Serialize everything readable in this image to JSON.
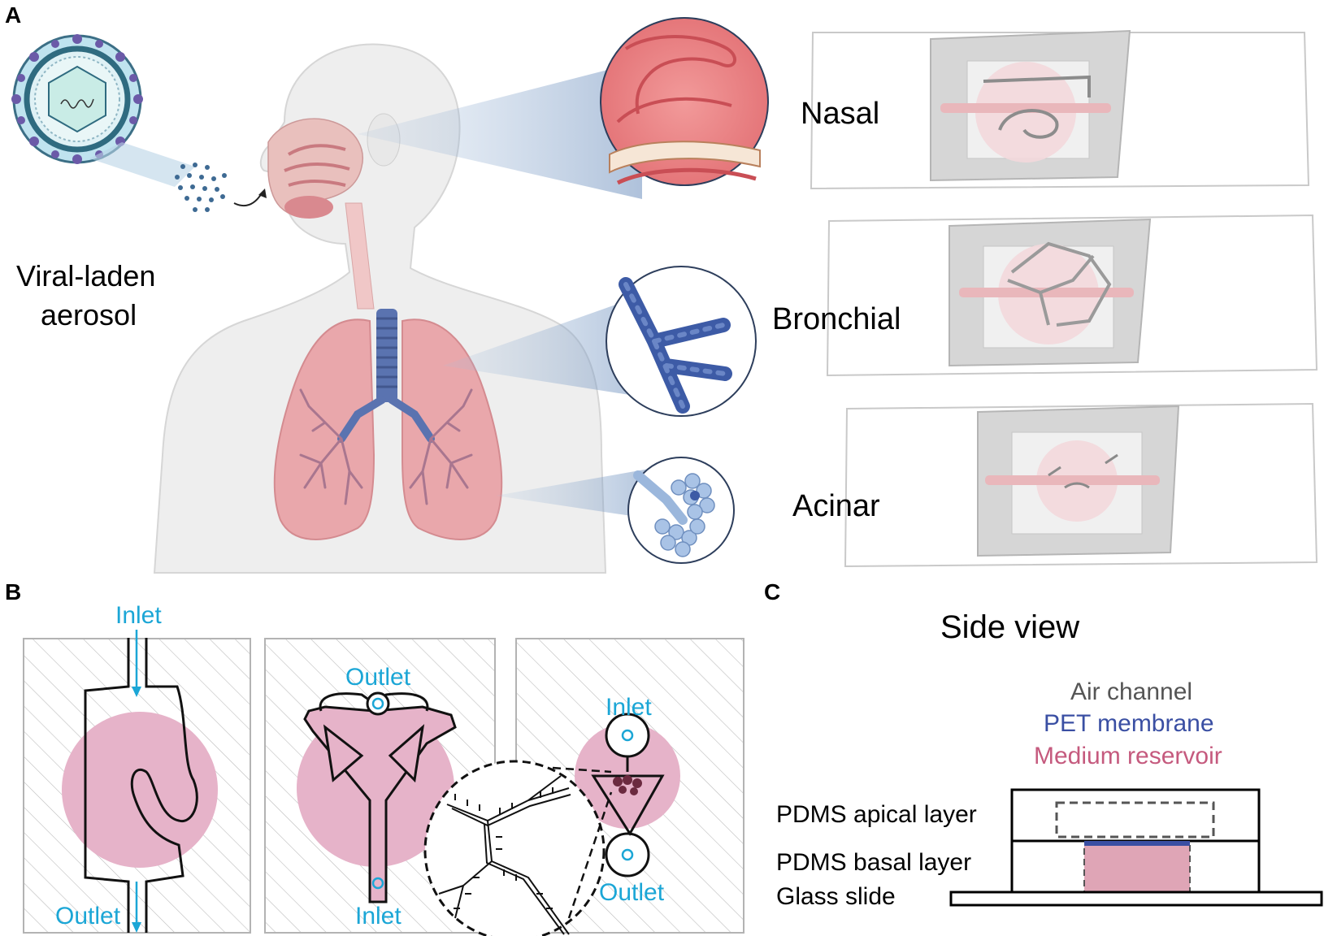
{
  "panels": {
    "a": {
      "label": "A",
      "aerosol_label_line1": "Viral-laden",
      "aerosol_label_line2": "aerosol",
      "chips": [
        {
          "label": "Nasal"
        },
        {
          "label": "Bronchial"
        },
        {
          "label": "Acinar"
        }
      ]
    },
    "b": {
      "label": "B",
      "nasal_inlet": "Inlet",
      "nasal_outlet": "Outlet",
      "bronchial_outlet": "Outlet",
      "bronchial_inlet": "Inlet",
      "acinar_inlet": "Inlet",
      "acinar_outlet": "Outlet"
    },
    "c": {
      "label": "C",
      "title": "Side view",
      "legend_air": "Air channel",
      "legend_pet": "PET membrane",
      "legend_medium": "Medium reservoir",
      "layer_apical": "PDMS apical layer",
      "layer_basal": "PDMS basal layer",
      "layer_glass": "Glass slide"
    }
  },
  "colors": {
    "cyan_label": "#1ba6d6",
    "pink_fill": "#e6b3c9",
    "pet_blue": "#3a4fa3",
    "medium_pink": "#c55a7e",
    "air_gray": "#555555",
    "skin": "#eeeeee",
    "lung": "#e7a3a8",
    "airway_blue": "#5a73b0"
  }
}
